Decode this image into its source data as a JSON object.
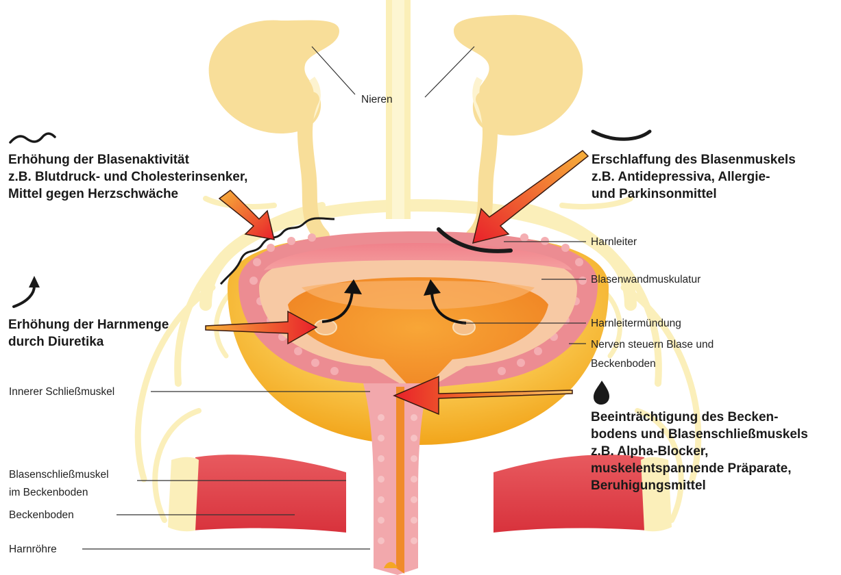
{
  "labels": {
    "nieren": "Nieren",
    "harnleiter": "Harnleiter",
    "blasenwandmuskulatur": "Blasenwandmuskulatur",
    "harnleitermuendung": "Harnleitermündung",
    "nerven_line1": "Nerven steuern Blase und",
    "nerven_line2": "Beckenboden",
    "innerer_schliessmuskel": "Innerer Schließmuskel",
    "blasenschliessmuskel_line1": "Blasenschließmuskel",
    "blasenschliessmuskel_line2": "im Beckenboden",
    "beckenboden": "Beckenboden",
    "harnroehre": "Harnröhre"
  },
  "effects": {
    "activity": {
      "title": "Erhöhung der Blasenaktivität",
      "line2": "z.B. Blutdruck- und Cholesterinsenker,",
      "line3": "Mittel gegen Herzschwäche",
      "icon": "wave-icon"
    },
    "relaxation": {
      "title": "Erschlaffung des Blasenmuskels",
      "line2": "z.B. Antidepressiva, Allergie-",
      "line3": "und Parkinsonmittel",
      "icon": "arc-icon"
    },
    "urine_volume": {
      "line1": "Erhöhung der Harnmenge",
      "line2": "durch Diuretika",
      "icon": "curved-arrow-icon"
    },
    "pelvic_floor": {
      "line1": "Beeinträchtigung des Becken-",
      "line2": "bodens und Blasenschließmuskels",
      "line3": "z.B. Alpha-Blocker,",
      "line4": "muskelentspannende Präparate,",
      "line5": "Beruhigungsmittel",
      "icon": "drop-icon"
    }
  },
  "colors": {
    "kidney": "#f8df9a",
    "urine": "#f5a623",
    "bladder_wall": "#e9787e",
    "pelvic_floor": "#e0474f",
    "nerves": "#fbeeb0",
    "arrow_red": "#e8202a",
    "arrow_orange": "#f7b13a"
  }
}
